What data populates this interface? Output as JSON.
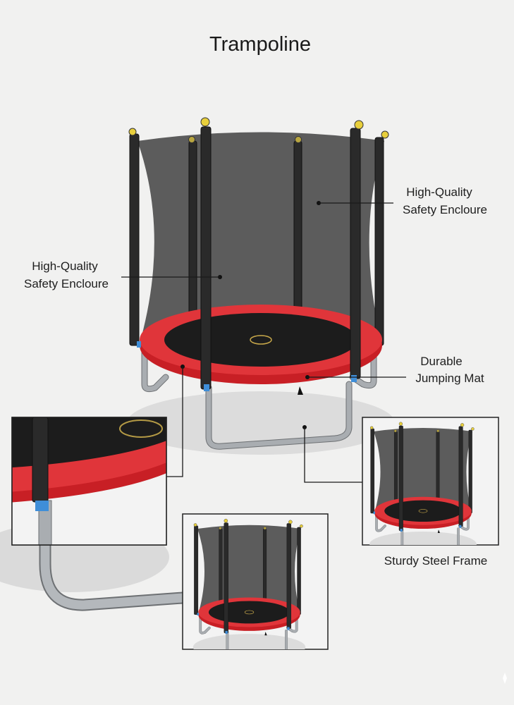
{
  "title": "Trampoline",
  "labels": {
    "enclosure_right": [
      "High-Quality",
      "Safety Encloure"
    ],
    "enclosure_left": [
      "High-Quality",
      "Safety Encloure"
    ],
    "mat": [
      "Durable",
      "Jumping Mat"
    ],
    "frame": "Sturdy Steel Frame"
  },
  "colors": {
    "pad": "#d9262b",
    "mat": "#1c1c1c",
    "net": "#555555",
    "pole": "#2a2a2a",
    "cap": "#e8cf3c",
    "connector": "#3f8ed8",
    "frame": "#a9adb1"
  }
}
